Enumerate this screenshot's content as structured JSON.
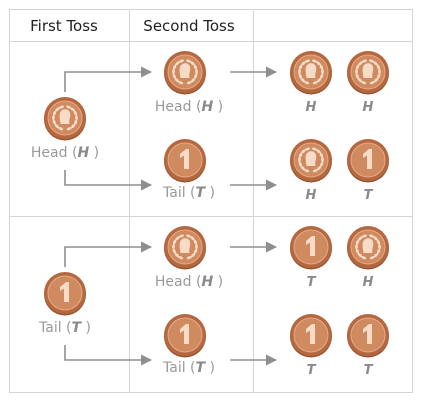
{
  "table": {
    "headers": [
      "First Toss",
      "Second Toss",
      ""
    ]
  },
  "outcomes": {
    "head": {
      "word": "Head",
      "letter": "H"
    },
    "tail": {
      "word": "Tail",
      "letter": "T"
    }
  },
  "rows": [
    {
      "first": "head",
      "branches": [
        {
          "second": "head",
          "result": [
            "H",
            "H"
          ]
        },
        {
          "second": "tail",
          "result": [
            "H",
            "T"
          ]
        }
      ]
    },
    {
      "first": "tail",
      "branches": [
        {
          "second": "head",
          "result": [
            "T",
            "H"
          ]
        },
        {
          "second": "tail",
          "result": [
            "T",
            "T"
          ]
        }
      ]
    }
  ],
  "colors": {
    "coin_rim": "#b4683f",
    "coin_face": "#cf8a60",
    "coin_emblem": "#f6dcc7",
    "arrow": "#8f8f8f",
    "grid": "#d4d4d4"
  }
}
